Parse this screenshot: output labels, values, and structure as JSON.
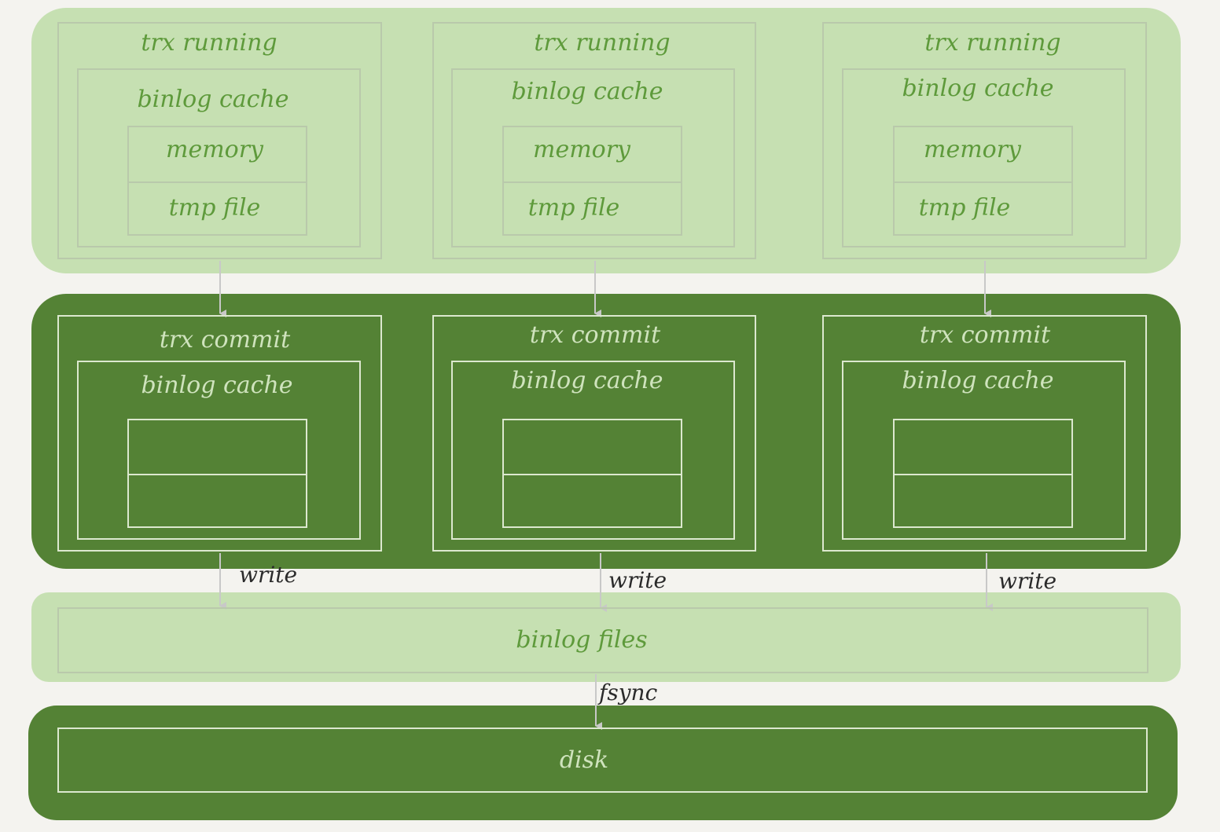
{
  "colors": {
    "background": "#f4f3ef",
    "light_band": "#c6e0b2",
    "dark_band": "#548235",
    "light_text": "#5e9a3b",
    "dark_text": "#cfe3bd",
    "edge_label": "#2b2b2b",
    "arrow": "#c8c8c8"
  },
  "running": {
    "columns": [
      {
        "title": "trx running",
        "cache": "binlog cache",
        "memory": "memory",
        "tmp": "tmp file"
      },
      {
        "title": "trx running",
        "cache": "binlog cache",
        "memory": "memory",
        "tmp": "tmp file"
      },
      {
        "title": "trx running",
        "cache": "binlog cache",
        "memory": "memory",
        "tmp": "tmp file"
      }
    ]
  },
  "commit": {
    "columns": [
      {
        "title": "trx commit",
        "cache": "binlog cache"
      },
      {
        "title": "trx commit",
        "cache": "binlog cache"
      },
      {
        "title": "trx commit",
        "cache": "binlog cache"
      }
    ]
  },
  "edges": {
    "write": [
      "write",
      "write",
      "write"
    ],
    "fsync": "fsync"
  },
  "binlog_files": "binlog files",
  "disk": "disk"
}
